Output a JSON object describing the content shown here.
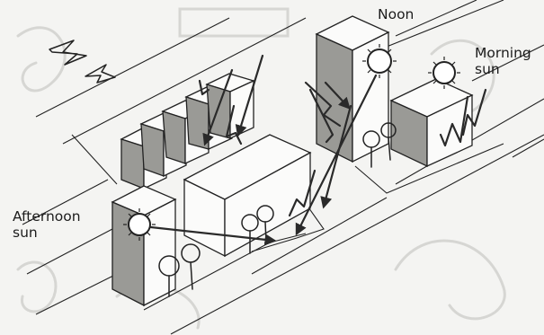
{
  "labels": {
    "noon": "Noon",
    "morning_sun": "Morning\nsun",
    "afternoon_sun": "Afternoon\nsun"
  },
  "colors": {
    "ink": "#222222",
    "shadow": "#9a9a96",
    "background": "#f4f4f2",
    "watermark": "#d6d6d3"
  }
}
